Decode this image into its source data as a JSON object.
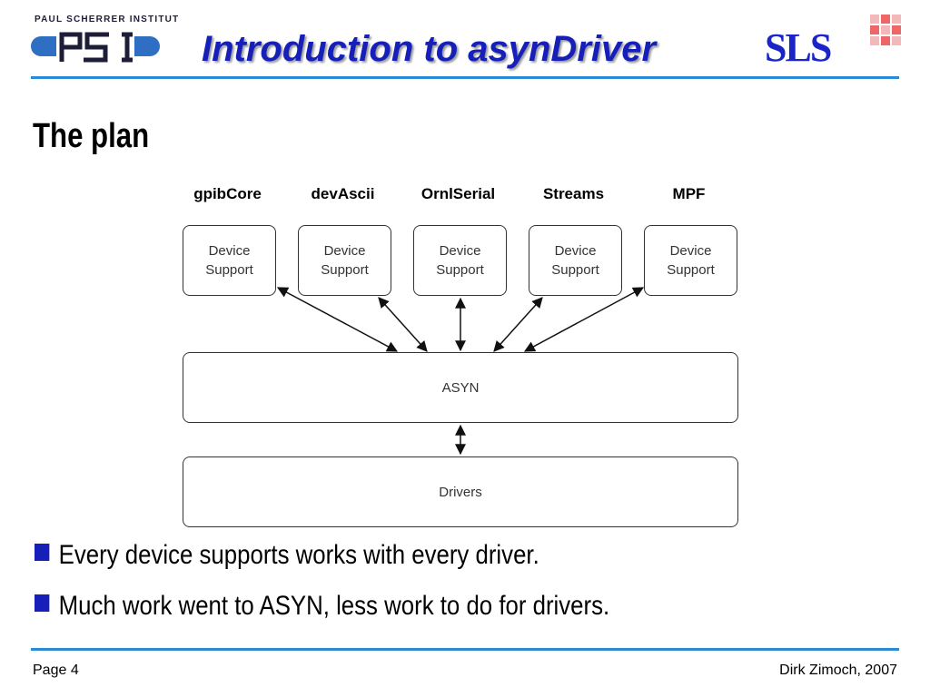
{
  "header": {
    "institute_name": "PAUL SCHERRER INSTITUT",
    "psi_logo_text": "PSI",
    "title": "Introduction to asynDriver",
    "sls_logo_text": "SLS",
    "accent_color": "#2a8ad6",
    "title_color": "#1620b8"
  },
  "section": {
    "heading": "The plan"
  },
  "diagram": {
    "columns": [
      {
        "name": "gpibCore",
        "box_line1": "Device",
        "box_line2": "Support"
      },
      {
        "name": "devAscii",
        "box_line1": "Device",
        "box_line2": "Support"
      },
      {
        "name": "OrnlSerial",
        "box_line1": "Device",
        "box_line2": "Support"
      },
      {
        "name": "Streams",
        "box_line1": "Device",
        "box_line2": "Support"
      },
      {
        "name": "MPF",
        "box_line1": "Device",
        "box_line2": "Support"
      }
    ],
    "middle_layer": "ASYN",
    "bottom_layer": "Drivers"
  },
  "bullets": [
    "Every device supports works with every driver.",
    "Much work went to ASYN, less work to do for drivers."
  ],
  "footer": {
    "page": "Page 4",
    "author": "Dirk Zimoch, 2007"
  }
}
